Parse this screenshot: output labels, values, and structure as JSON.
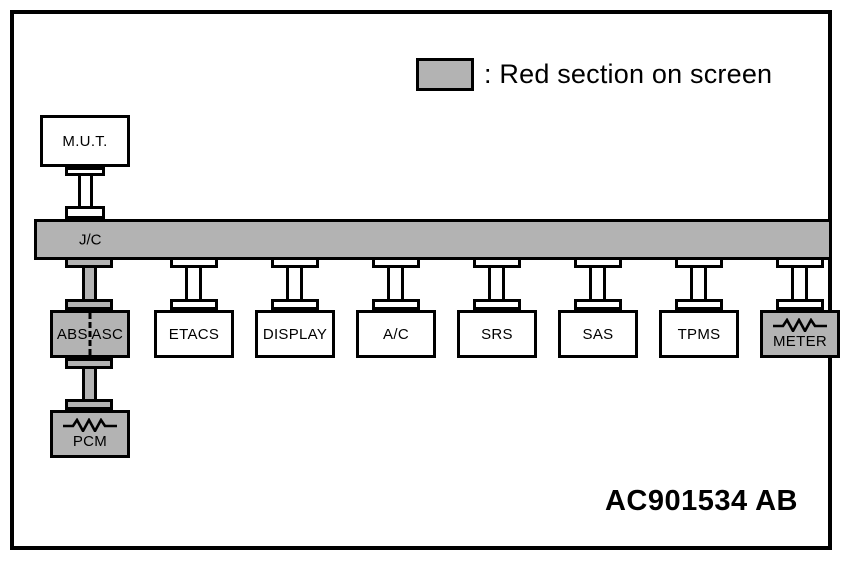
{
  "diagram": {
    "reference_code": "AC901534 AB",
    "legend": {
      "swatch_color": "#b3b3b3",
      "text": ": Red section on screen"
    },
    "bus": {
      "label": "J/C"
    },
    "nodes": {
      "mut": {
        "label": "M.U.T.",
        "highlighted": false
      },
      "abs_asc": {
        "label_left": "ABS",
        "label_right": "ASC",
        "label": "ABS ASC",
        "highlighted": true
      },
      "pcm": {
        "label": "PCM",
        "highlighted": true,
        "has_resistor": true
      },
      "etacs": {
        "label": "ETACS",
        "highlighted": false
      },
      "display": {
        "label": "DISPLAY",
        "highlighted": false
      },
      "ac": {
        "label": "A/C",
        "highlighted": false
      },
      "srs": {
        "label": "SRS",
        "highlighted": false
      },
      "sas": {
        "label": "SAS",
        "highlighted": false
      },
      "tpms": {
        "label": "TPMS",
        "highlighted": false
      },
      "meter": {
        "label": "METER",
        "highlighted": true,
        "has_resistor": true
      }
    },
    "colors": {
      "highlight_gray": "#b3b3b3",
      "line_black": "#000000",
      "background": "#ffffff"
    }
  }
}
